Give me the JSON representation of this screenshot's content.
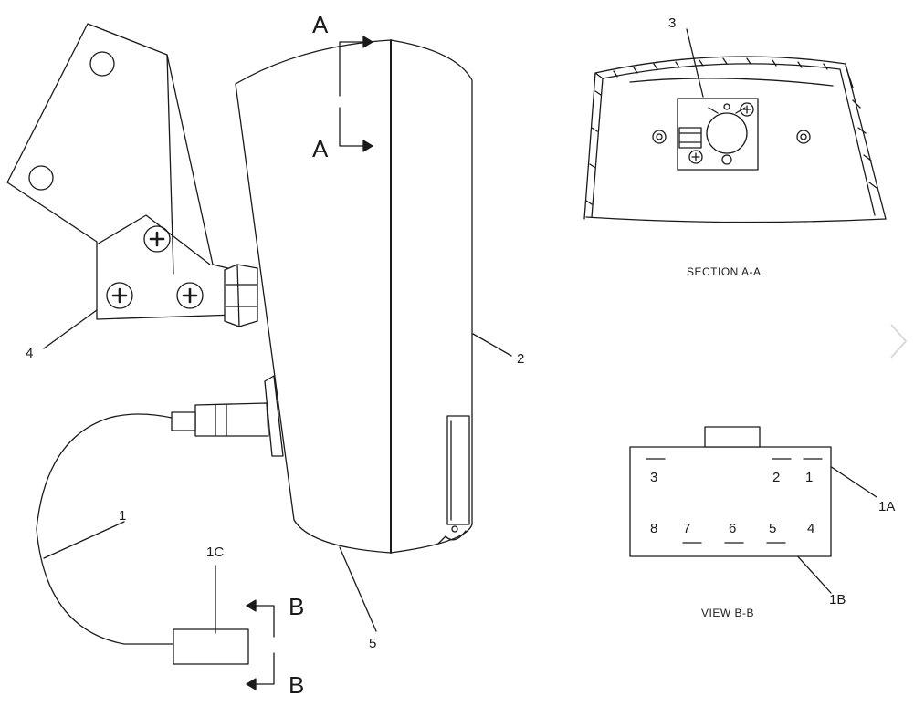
{
  "diagram": {
    "section_letters": {
      "a_top": "A",
      "a_bottom": "A",
      "b_top": "B",
      "b_bottom": "B"
    },
    "callouts": {
      "c1": "1",
      "c2": "2",
      "c3": "3",
      "c4": "4",
      "c5": "5",
      "c1a": "1A",
      "c1b": "1B",
      "c1c": "1C"
    },
    "captions": {
      "section_aa": "SECTION A-A",
      "view_bb": "VIEW B-B"
    },
    "connector_pins": {
      "p1": "1",
      "p2": "2",
      "p3": "3",
      "p4": "4",
      "p5": "5",
      "p6": "6",
      "p7": "7",
      "p8": "8"
    },
    "icons": {
      "next": "chevron-right-icon"
    },
    "colors": {
      "line": "#1a1a1a",
      "chevron": "#d9d9d9"
    }
  }
}
